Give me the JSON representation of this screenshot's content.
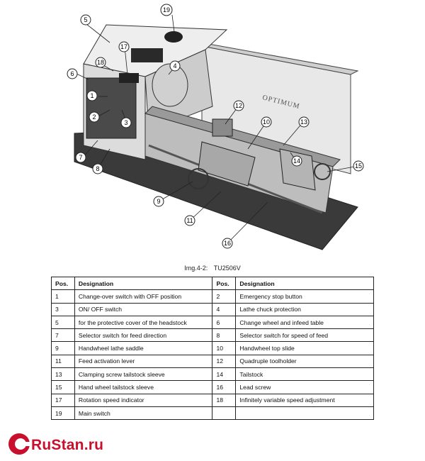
{
  "figure": {
    "machine_label": "OPTIMUM",
    "callouts": [
      "1",
      "2",
      "3",
      "4",
      "5",
      "6",
      "7",
      "8",
      "9",
      "10",
      "11",
      "12",
      "13",
      "14",
      "15",
      "16",
      "17",
      "18",
      "19"
    ]
  },
  "caption": {
    "label": "Img.4-2:",
    "model": "TU2506V"
  },
  "table": {
    "headers": [
      "Pos.",
      "Designation",
      "Pos.",
      "Designation"
    ],
    "rows": [
      [
        "1",
        "Change-over switch with OFF position",
        "2",
        "Emergency stop button"
      ],
      [
        "3",
        "ON/ OFF switch",
        "4",
        "Lathe chuck protection"
      ],
      [
        "5",
        "for the protective cover of the headstock",
        "6",
        "Change wheel and infeed table"
      ],
      [
        "7",
        "Selector switch for feed direction",
        "8",
        "Selector switch for speed of feed"
      ],
      [
        "9",
        "Handwheel lathe saddle",
        "10",
        "Handwheel top slide"
      ],
      [
        "11",
        "Feed activation lever",
        "12",
        "Quadruple toolholder"
      ],
      [
        "13",
        "Clamping screw tailstock sleeve",
        "14",
        "Tailstock"
      ],
      [
        "15",
        "Hand wheel tailstock sleeve",
        "16",
        "Lead screw"
      ],
      [
        "17",
        "Rotation speed indicator",
        "18",
        "Infinitely variable speed adjustment"
      ],
      [
        "19",
        "Main switch",
        "",
        ""
      ]
    ]
  },
  "brand": {
    "name": "RuStan.ru",
    "color": "#c8102e"
  }
}
